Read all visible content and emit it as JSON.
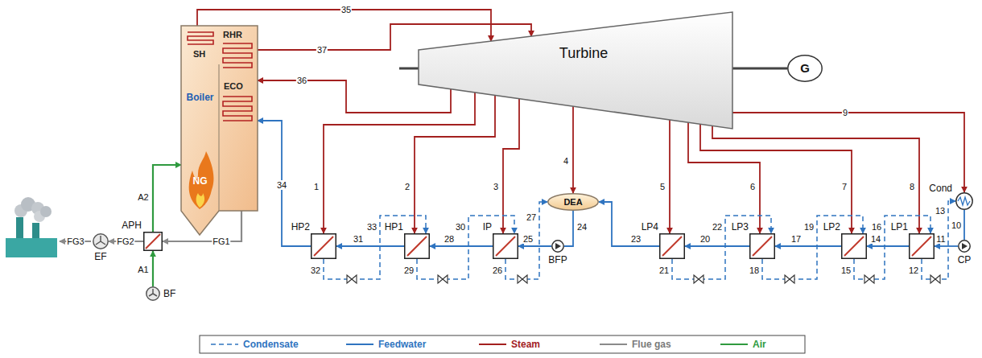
{
  "diagram": {
    "nodes": [
      {
        "text": [
          "SH",
          "RHR",
          "ECO",
          "Boiler",
          "NG"
        ]
      },
      {
        "text": [
          "Turbine"
        ]
      },
      {
        "text": [
          "G"
        ]
      },
      {
        "text": [
          "HP2"
        ]
      },
      {
        "text": [
          "HP1"
        ]
      },
      {
        "text": [
          "IP"
        ]
      },
      {
        "text": [
          "DEA"
        ]
      },
      {
        "text": [
          "LP4"
        ]
      },
      {
        "text": [
          "LP3"
        ]
      },
      {
        "text": [
          "LP2"
        ]
      },
      {
        "text": [
          "LP1"
        ]
      },
      {
        "text": [
          "Cond"
        ]
      },
      {
        "text": [
          "CP"
        ]
      },
      {
        "text": [
          "BFP"
        ]
      },
      {
        "text": [
          "APH"
        ]
      },
      {
        "text": [
          "EF"
        ]
      },
      {
        "text": [
          "BF"
        ]
      }
    ],
    "edges": [
      {
        "from": 0,
        "to": 1,
        "label": "35",
        "arrow": "to"
      },
      {
        "from": 0,
        "to": 1,
        "label": "37",
        "arrow": "to"
      },
      {
        "from": 1,
        "to": 0,
        "label": "36",
        "arrow": "to"
      },
      {
        "from": 1,
        "to": 3,
        "label": "1",
        "arrow": "to"
      },
      {
        "from": 1,
        "to": 4,
        "label": "2",
        "arrow": "to"
      },
      {
        "from": 1,
        "to": 5,
        "label": "3",
        "arrow": "to"
      },
      {
        "from": 1,
        "to": 6,
        "label": "4",
        "arrow": "to"
      },
      {
        "from": 1,
        "to": 7,
        "label": "5",
        "arrow": "to"
      },
      {
        "from": 1,
        "to": 8,
        "label": "6",
        "arrow": "to"
      },
      {
        "from": 1,
        "to": 9,
        "label": "7",
        "arrow": "to"
      },
      {
        "from": 1,
        "to": 10,
        "label": "8",
        "arrow": "to"
      },
      {
        "from": 1,
        "to": 11,
        "label": "9",
        "arrow": "to"
      },
      {
        "from": 11,
        "to": 12,
        "label": "10",
        "arrow": "none"
      },
      {
        "from": 12,
        "to": 10,
        "label": "11",
        "arrow": "to"
      },
      {
        "from": 10,
        "to": 9,
        "label": "14",
        "arrow": "to"
      },
      {
        "from": 9,
        "to": 8,
        "label": "17",
        "arrow": "to"
      },
      {
        "from": 8,
        "to": 7,
        "label": "20",
        "arrow": "to"
      },
      {
        "from": 7,
        "to": 6,
        "label": "23",
        "arrow": "to"
      },
      {
        "from": 6,
        "to": 13,
        "label": "24",
        "arrow": "none"
      },
      {
        "from": 13,
        "to": 5,
        "label": "25",
        "arrow": "to"
      },
      {
        "from": 5,
        "to": 4,
        "label": "28",
        "arrow": "to"
      },
      {
        "from": 4,
        "to": 3,
        "label": "31",
        "arrow": "to"
      },
      {
        "from": 3,
        "to": 0,
        "label": "34",
        "arrow": "to"
      },
      {
        "from": 3,
        "to": 4,
        "label": "32",
        "arrow": "to"
      },
      {
        "from": 4,
        "to": 5,
        "label": "29",
        "arrow": "to"
      },
      {
        "from": 5,
        "to": 6,
        "label": "26",
        "arrow": "to"
      },
      {
        "from": 7,
        "to": 8,
        "label": "21",
        "arrow": "to"
      },
      {
        "from": 8,
        "to": 9,
        "label": "18",
        "arrow": "to"
      },
      {
        "from": 9,
        "to": 10,
        "label": "15",
        "arrow": "to"
      },
      {
        "from": 10,
        "to": 11,
        "label": "12",
        "arrow": "to"
      },
      {
        "from": 16,
        "to": 14,
        "label": "A1",
        "arrow": "to"
      },
      {
        "from": 14,
        "to": 0,
        "label": "A2",
        "arrow": "to"
      },
      {
        "from": 0,
        "to": 14,
        "label": "FG1",
        "arrow": "to"
      },
      {
        "from": 14,
        "to": 15,
        "label": "FG2",
        "arrow": "to"
      },
      {
        "from": 1,
        "to": 2,
        "arrow": "none"
      }
    ],
    "labels": [
      "33",
      "30",
      "27",
      "22",
      "19",
      "16",
      "13",
      "FG3"
    ],
    "legend": [
      {
        "text": "Condensate"
      },
      {
        "text": "Feedwater"
      },
      {
        "text": "Steam"
      },
      {
        "text": "Flue gas"
      },
      {
        "text": "Air"
      }
    ]
  }
}
